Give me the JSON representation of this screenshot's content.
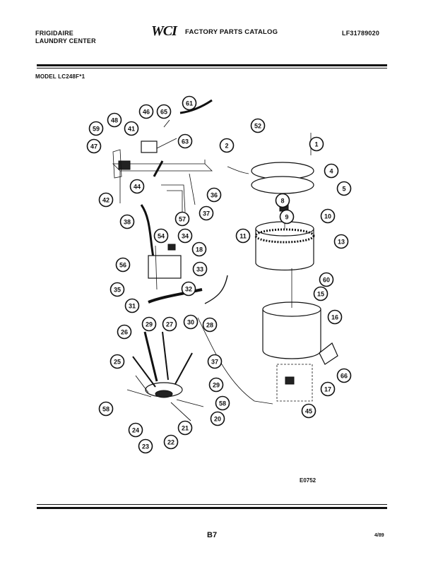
{
  "header": {
    "brand_line1": "FRIGIDAIRE",
    "brand_line2": "LAUNDRY CENTER",
    "logo_text": "WCI",
    "catalog_title": "FACTORY PARTS CATALOG",
    "catalog_number": "LF31789020"
  },
  "model_label": "MODEL LC248F*1",
  "diagram": {
    "callouts": [
      "59",
      "48",
      "46",
      "65",
      "61",
      "41",
      "47",
      "63",
      "42",
      "44",
      "36",
      "37",
      "38",
      "57",
      "54",
      "34",
      "18",
      "56",
      "33",
      "35",
      "32",
      "31",
      "26",
      "29",
      "27",
      "30",
      "28",
      "25",
      "37",
      "29",
      "58",
      "58",
      "20",
      "24",
      "21",
      "23",
      "22",
      "2",
      "52",
      "1",
      "4",
      "5",
      "8",
      "9",
      "10",
      "11",
      "13",
      "60",
      "15",
      "16",
      "17",
      "45",
      "66"
    ],
    "drawing_code": "E0752"
  },
  "footer": {
    "page_number": "B7",
    "revision_date": "4/89"
  },
  "colors": {
    "ink": "#111111",
    "paper": "#ffffff"
  }
}
